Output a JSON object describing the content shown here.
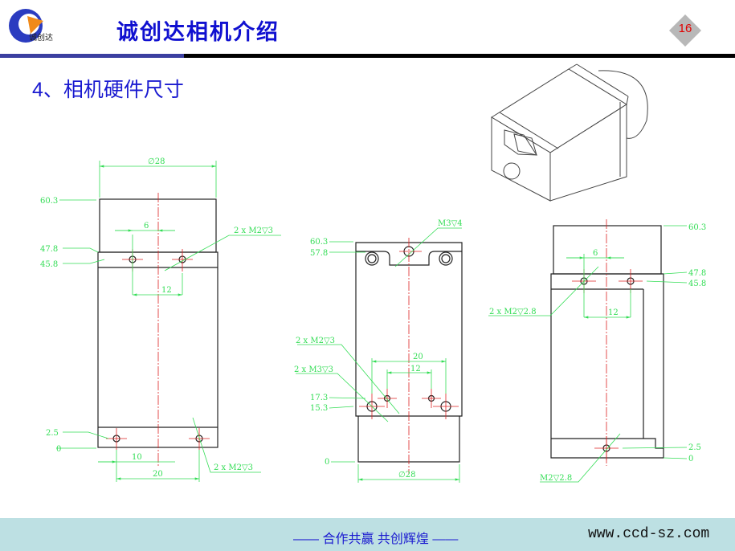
{
  "header": {
    "logo_text": "诚创达",
    "title": "诚创达相机介绍",
    "page_number": "16"
  },
  "section_title": "4、相机硬件尺寸",
  "drawings": {
    "side_view_left": {
      "diameter": "∅28",
      "levels": [
        "60.3",
        "47.8",
        "45.8",
        "2.5",
        "0"
      ],
      "dim_6": "6",
      "dim_12": "12",
      "dim_10": "10",
      "dim_20": "20",
      "callout_top": "2 x M2▽3",
      "callout_bottom": "2 x M2▽3"
    },
    "bottom_view": {
      "levels": [
        "60.3",
        "57.8",
        "17.3",
        "15.3",
        "0"
      ],
      "callout_m3": "M3▽4",
      "callout_m2": "2 x M2▽3",
      "callout_m3x2": "2 x M3▽3",
      "dim_20": "20",
      "dim_12": "12",
      "diameter": "∅28"
    },
    "side_view_right": {
      "levels": [
        "60.3",
        "47.8",
        "45.8",
        "2.5",
        "0"
      ],
      "dim_6": "6",
      "dim_12": "12",
      "callout_top": "2 x M2▽2.8",
      "callout_bottom": "M2▽2.8"
    }
  },
  "footer": {
    "slogan": "—— 合作共赢  共创辉煌 ——",
    "url": "www.ccd-sz.com"
  },
  "colors": {
    "title_blue": "#1010d0",
    "dimension_green": "#33dd55",
    "centerline_red": "#dd2222",
    "footer_bg": "#bde0e3"
  }
}
